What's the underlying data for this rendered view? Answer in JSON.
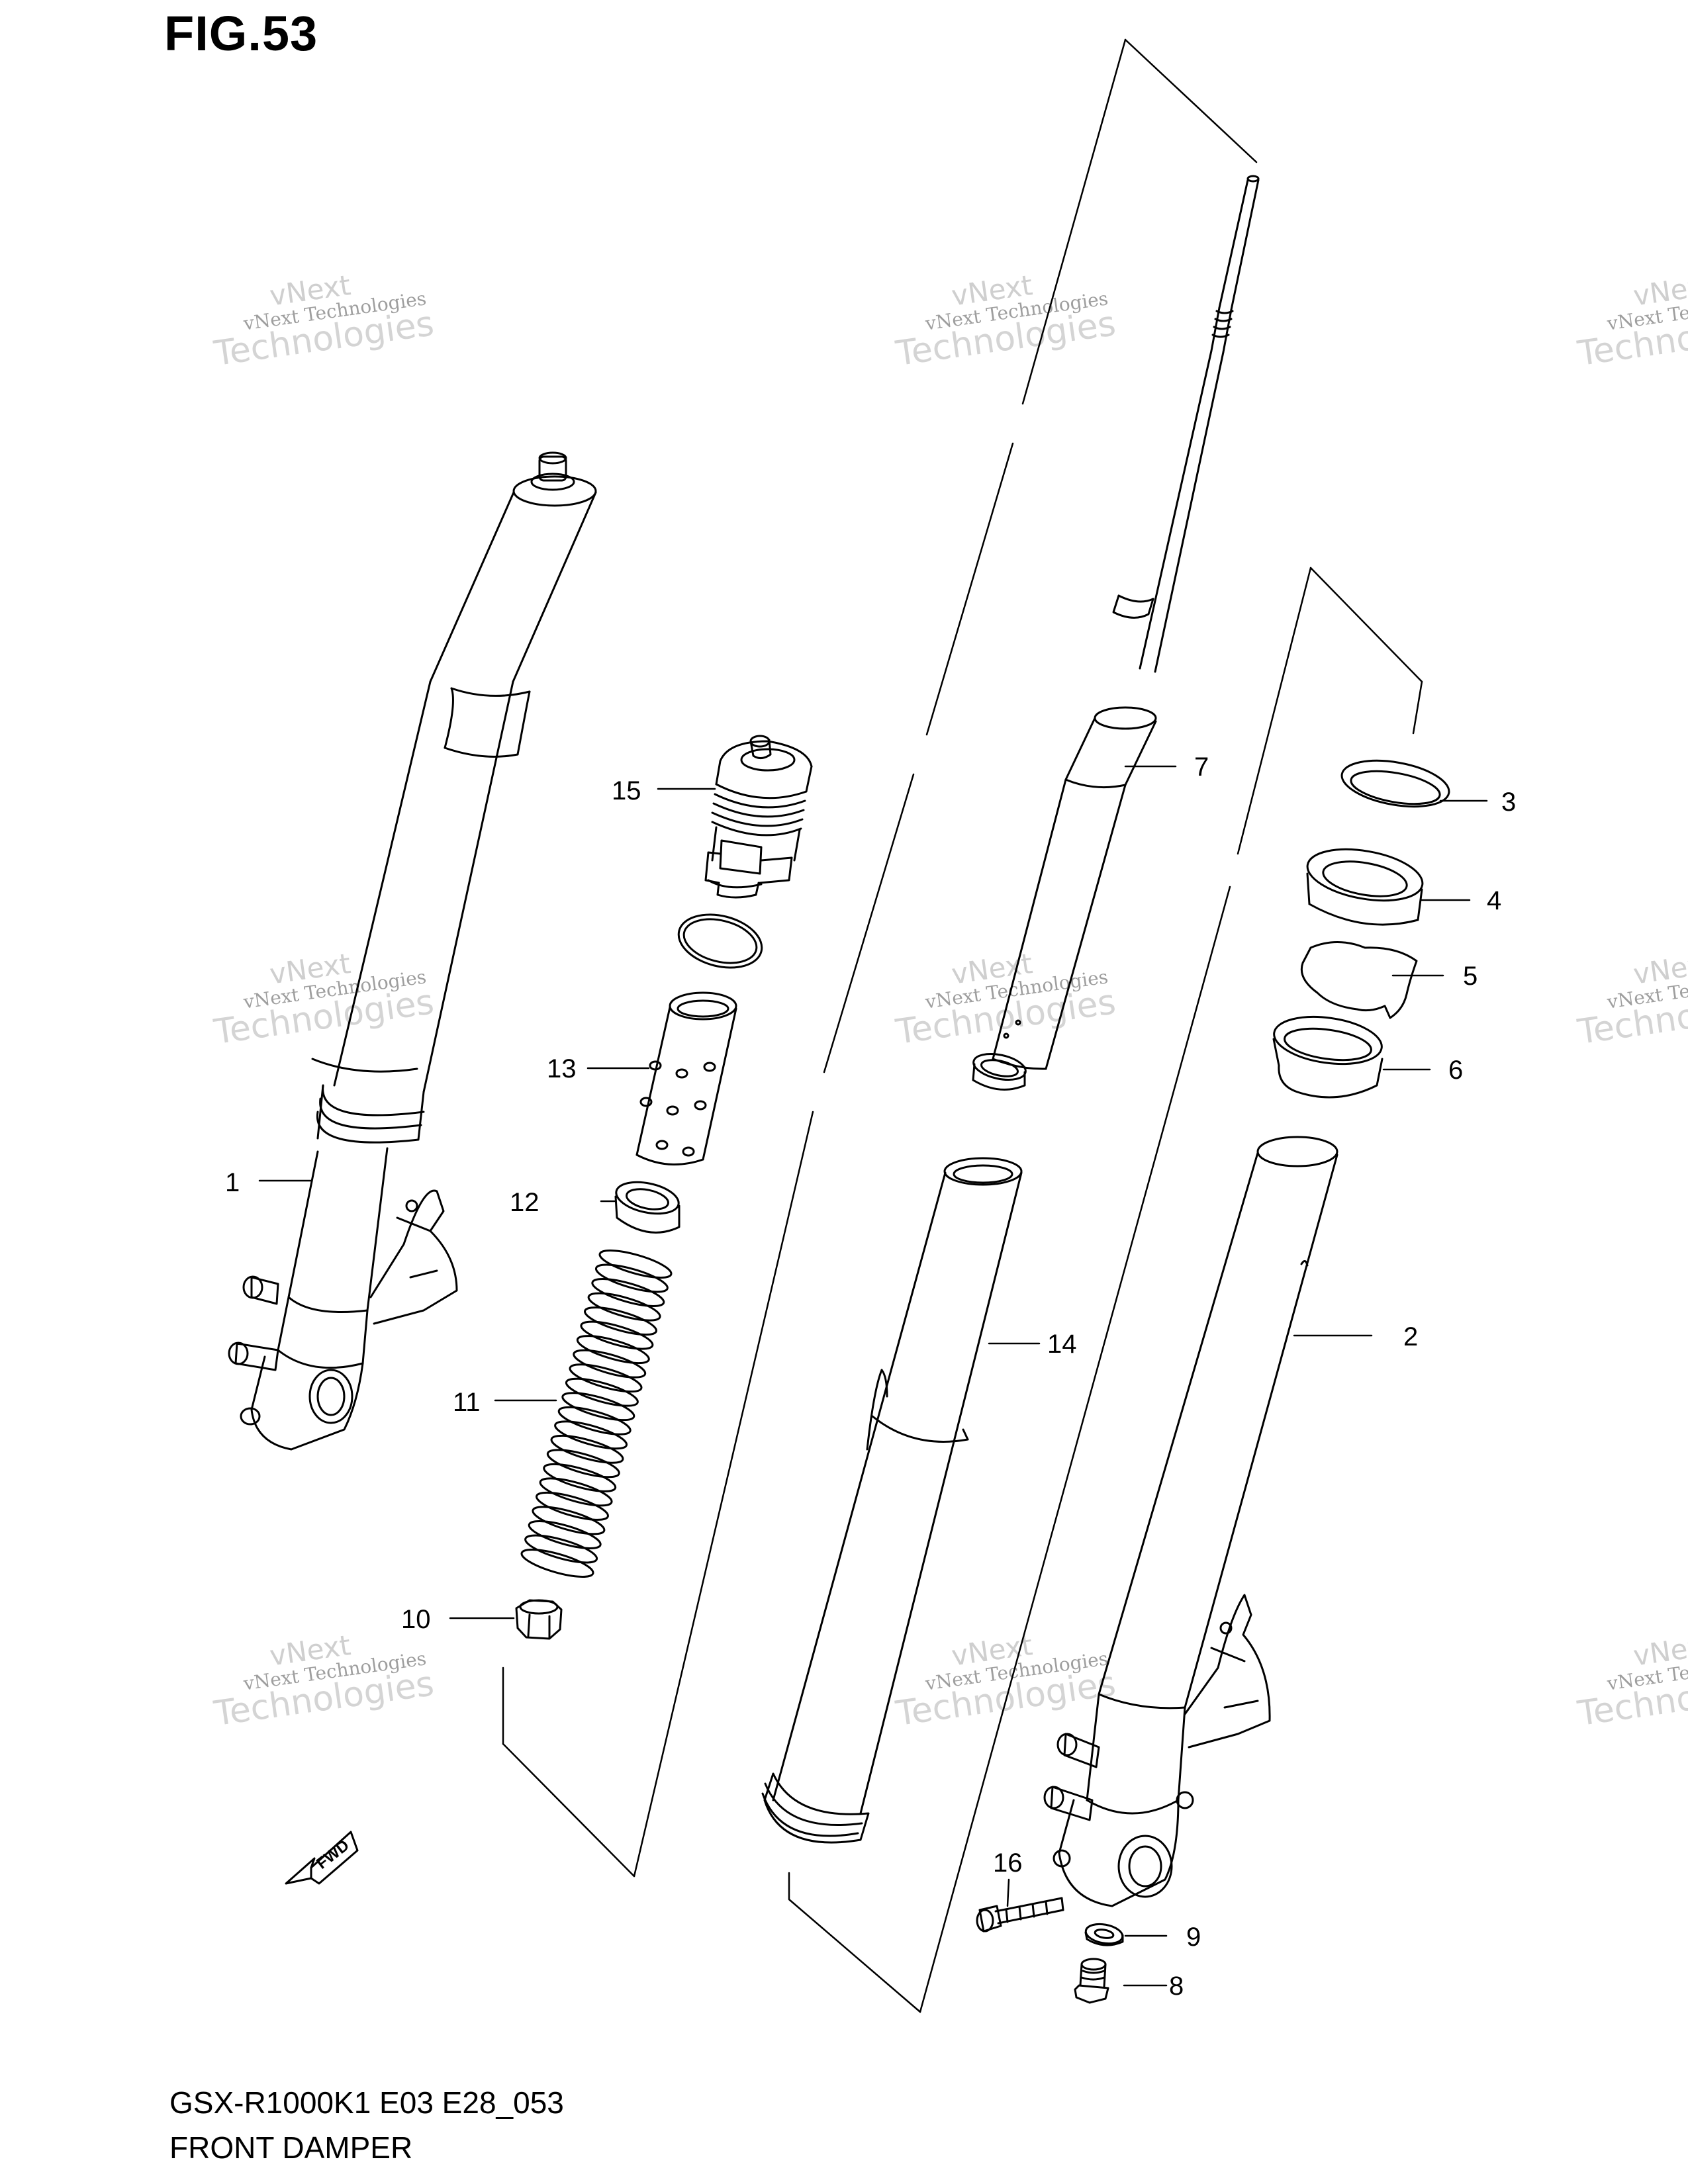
{
  "figure": {
    "title": "FIG.53",
    "model_code": "GSX-R1000K1 E03 E28_053",
    "name": "FRONT DAMPER"
  },
  "watermark": {
    "line1": "vNext",
    "line2": "vNext Technologies",
    "line3": "Technologies"
  },
  "badge": {
    "fwd": "FWD"
  },
  "callouts": [
    "1",
    "2",
    "3",
    "4",
    "5",
    "6",
    "7",
    "8",
    "9",
    "10",
    "11",
    "12",
    "13",
    "14",
    "15",
    "16"
  ],
  "icons": {
    "direction": "fwd-arrow-icon"
  },
  "colors": {
    "line": "#000000",
    "watermark": "#bdbdbd"
  }
}
